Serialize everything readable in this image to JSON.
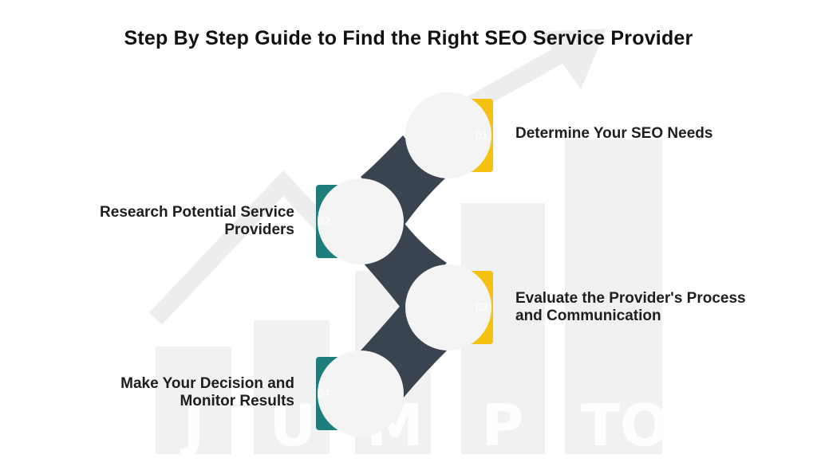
{
  "title": "Step By Step Guide to Find the Right SEO Service Provider",
  "watermark": {
    "letters": [
      "J",
      "U",
      "M",
      "P",
      "TO"
    ]
  },
  "colors": {
    "yellow": "#f5c10e",
    "teal": "#1c7d7a",
    "dark": "#3a4450",
    "circle": "#f4f4f4",
    "watermark": "#f0f0f0"
  },
  "steps": [
    {
      "number": "01",
      "label_lines": [
        "Determine Your SEO Needs"
      ]
    },
    {
      "number": "02",
      "label_lines": [
        "Research Potential Service",
        "Providers"
      ]
    },
    {
      "number": "03",
      "label_lines": [
        "Evaluate the Provider's Process",
        "and Communication"
      ]
    },
    {
      "number": "04",
      "label_lines": [
        "Make Your Decision and",
        "Monitor Results"
      ]
    }
  ]
}
